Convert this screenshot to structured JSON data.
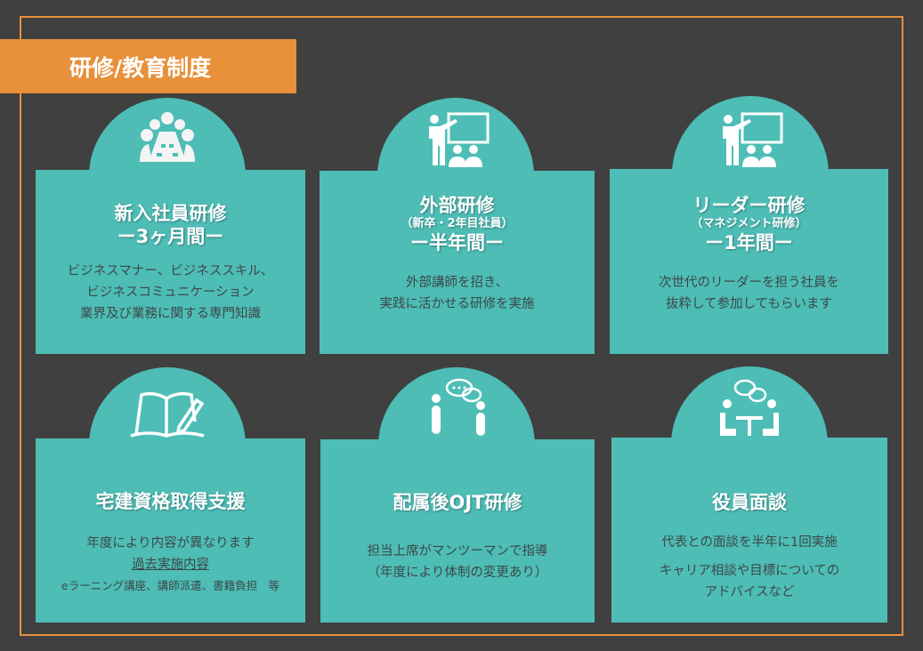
{
  "header": {
    "title": "研修/教育制度"
  },
  "cards": [
    {
      "title": "新入社員研修",
      "period": "ー3ヶ月間ー",
      "icon": "meeting-table-icon",
      "lines": [
        "ビジネスマナー、ビジネススキル、",
        "ビジネスコミュニケーション",
        "業界及び業務に関する専門知識"
      ]
    },
    {
      "title": "外部研修",
      "subtitle": "（新卒・2年目社員）",
      "period": "ー半年間ー",
      "icon": "presentation-icon",
      "lines": [
        "外部講師を招き、",
        "実践に活かせる研修を実施"
      ]
    },
    {
      "title": "リーダー研修",
      "subtitle": "（マネジメント研修）",
      "period": "ー1年間ー",
      "icon": "presentation-icon",
      "lines": [
        "次世代のリーダーを担う社員を",
        "抜粋して参加してもらいます"
      ]
    },
    {
      "title": "宅建資格取得支援",
      "icon": "book-pencil-icon",
      "lines": [
        "年度により内容が異なります"
      ],
      "link": "過去実施内容",
      "note": "eラーニング講座、講師派遣、書籍負担　等"
    },
    {
      "title": "配属後OJT研修",
      "icon": "conversation-icon",
      "lines": [
        "担当上席がマンツーマンで指導",
        "（年度により体制の変更あり）"
      ]
    },
    {
      "title": "役員面談",
      "icon": "interview-icon",
      "lines": [
        "代表との面談を半年に1回実施",
        "キャリア相談や目標についての",
        "アドバイスなど"
      ]
    }
  ],
  "colors": {
    "background": "#404040",
    "accent": "#e8903a",
    "card": "#4dbdb6"
  }
}
